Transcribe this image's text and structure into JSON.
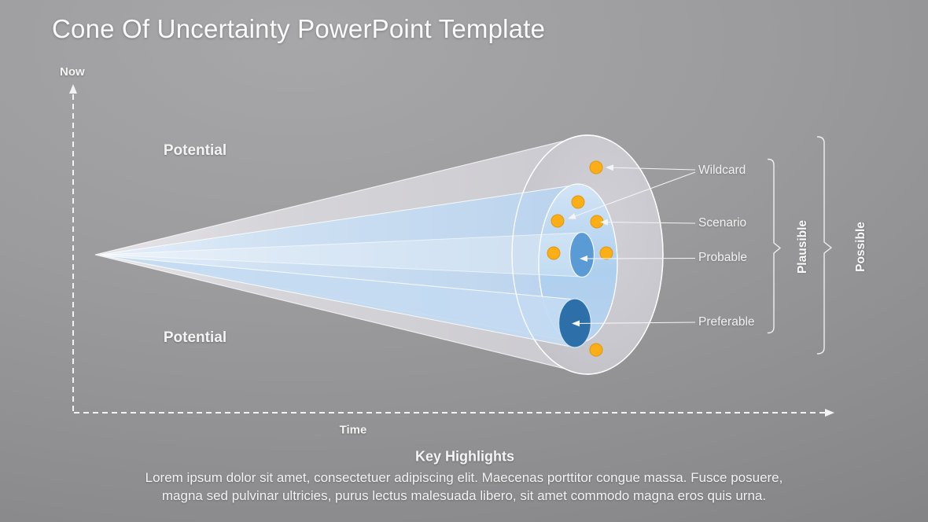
{
  "slide": {
    "title": "Cone Of Uncertainty PowerPoint Template"
  },
  "axes": {
    "y_label": "Now",
    "x_label": "Time"
  },
  "cone": {
    "potential_top": "Potential",
    "potential_bottom": "Potential",
    "callouts": {
      "wildcard": "Wildcard",
      "scenario": "Scenario",
      "probable": "Probable",
      "preferable": "Preferable"
    },
    "zones": {
      "plausible": "Plausible",
      "possible": "Possible"
    },
    "dot_count": 7
  },
  "highlights": {
    "heading": "Key Highlights",
    "line1": "Lorem ipsum dolor sit amet, consectetuer adipiscing elit. Maecenas porttitor congue massa. Fusce posuere,",
    "line2": "magna sed pulvinar ultricies, purus lectus malesuada libero, sit amet commodo magna eros quis urna."
  },
  "colors": {
    "dot": "#FCAE16",
    "dot_edge": "#E1960F",
    "probable_fill": "#5B9BD5",
    "preferable_fill": "#2D70A9",
    "plausible_fill": "#AECFEE",
    "cone_gray": "#C9C8CE",
    "text_light": "#F5F5F5"
  }
}
